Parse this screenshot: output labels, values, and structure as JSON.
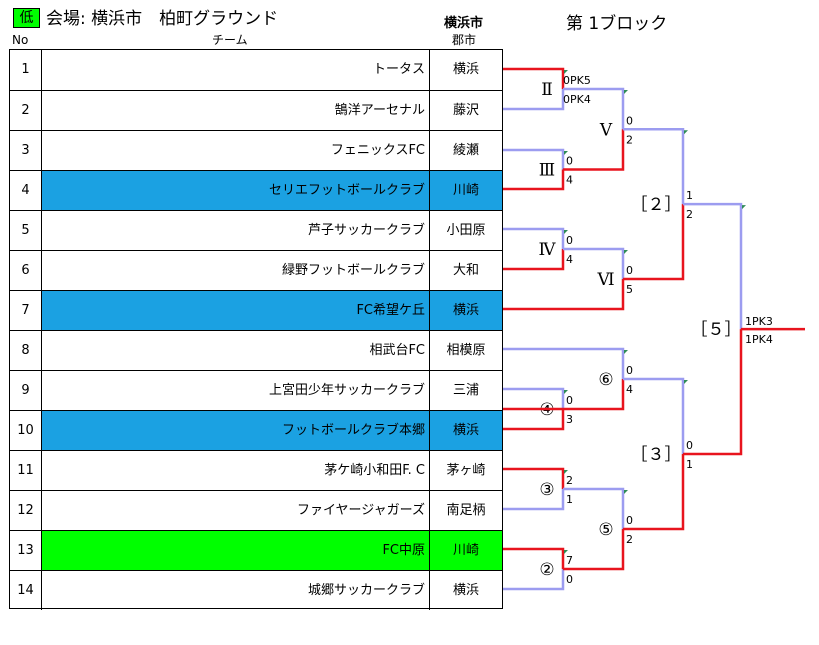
{
  "header": {
    "badge": "低",
    "venue": "会場: 横浜市　柏町グラウンド",
    "city_label": "横浜市",
    "block_title": "第 1ブロック"
  },
  "columns": {
    "no": "No",
    "team": "チーム",
    "city": "郡市"
  },
  "colors": {
    "blue_row": "#1ba1e2",
    "green_row": "#00ff00",
    "winner_line": "#e8141e",
    "loser_line": "#9c9cf0"
  },
  "rows": [
    {
      "no": "1",
      "team": "トータス",
      "city": "横浜",
      "hl": ""
    },
    {
      "no": "2",
      "team": "鵠洋アーセナル",
      "city": "藤沢",
      "hl": ""
    },
    {
      "no": "3",
      "team": "フェニックスFC",
      "city": "綾瀬",
      "hl": ""
    },
    {
      "no": "4",
      "team": "セリエフットボールクラブ",
      "city": "川崎",
      "hl": "blue"
    },
    {
      "no": "5",
      "team": "芦子サッカークラブ",
      "city": "小田原",
      "hl": ""
    },
    {
      "no": "6",
      "team": "緑野フットボールクラブ",
      "city": "大和",
      "hl": ""
    },
    {
      "no": "7",
      "team": "FC希望ケ丘",
      "city": "横浜",
      "hl": "blue"
    },
    {
      "no": "8",
      "team": "相武台FC",
      "city": "相模原",
      "hl": ""
    },
    {
      "no": "9",
      "team": "上宮田少年サッカークラブ",
      "city": "三浦",
      "hl": ""
    },
    {
      "no": "10",
      "team": "フットボールクラブ本郷",
      "city": "横浜",
      "hl": "blue"
    },
    {
      "no": "11",
      "team": "茅ケ崎小和田F. C",
      "city": "茅ヶ崎",
      "hl": ""
    },
    {
      "no": "12",
      "team": "ファイヤージャガーズ",
      "city": "南足柄",
      "hl": ""
    },
    {
      "no": "13",
      "team": "FC中原",
      "city": "川崎",
      "hl": "green"
    },
    {
      "no": "14",
      "team": "城郷サッカークラブ",
      "city": "横浜",
      "hl": ""
    }
  ],
  "bracket": {
    "match_labels": [
      "Ⅱ",
      "Ⅲ",
      "Ⅳ",
      "Ⅴ",
      "Ⅵ",
      "［２］",
      "⑥",
      "④",
      "③",
      "⑤",
      "②",
      "［３］",
      "［５］"
    ],
    "scores": {
      "m2_top": "0PK5",
      "m2_bot": "0PK4",
      "m3_top": "0",
      "m3_bot": "4",
      "m4_top": "0",
      "m4_bot": "4",
      "m5_top": "0",
      "m5_bot": "2",
      "m6_top": "0",
      "m6_bot": "5",
      "sf2_top": "1",
      "sf2_bot": "2",
      "m6c_top": "0",
      "m6c_bot": "4",
      "m4c_top": "0",
      "m4c_bot": "3",
      "m3c_top": "2",
      "m3c_bot": "1",
      "m5c_top": "0",
      "m5c_bot": "2",
      "m2c_top": "7",
      "m2c_bot": "0",
      "sf3_top": "0",
      "sf3_bot": "1",
      "final_top": "1PK3",
      "final_bot": "1PK4"
    }
  }
}
